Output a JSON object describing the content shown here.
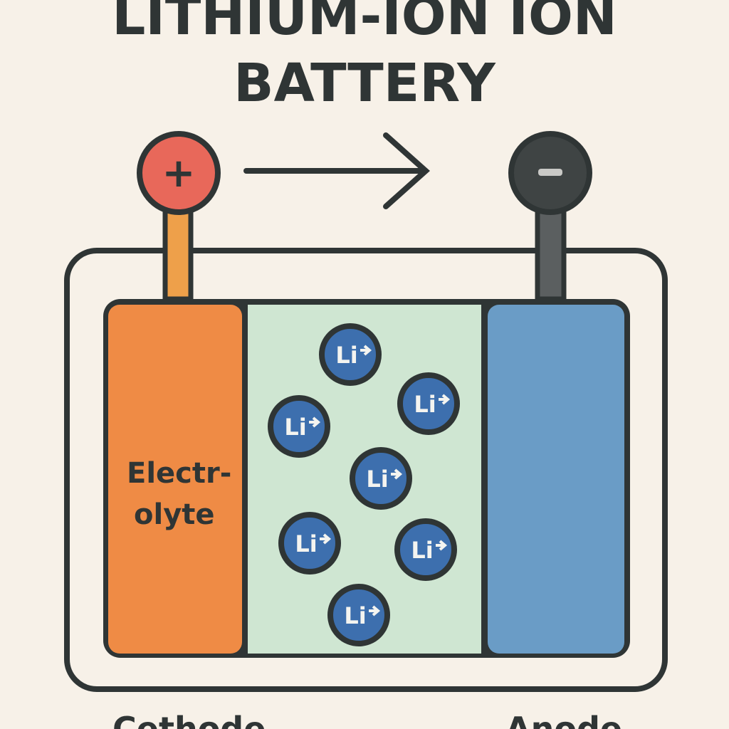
{
  "title": {
    "line1": "LITHIUM-ION ION",
    "line2": "BATTERY"
  },
  "terminals": {
    "positive": "+",
    "negative": "−"
  },
  "electrolyte_label": {
    "line1": "Electr-",
    "line2": "olyte"
  },
  "ion_label": "Li",
  "ion_count": 7,
  "labels": {
    "cathode": "Cethode",
    "anode": "Anode"
  },
  "colors": {
    "background": "#f7f1e8",
    "cathode": "#ef8b45",
    "electrolyte": "#cfe6d2",
    "anode": "#6a9cc6",
    "ion": "#3d6fae",
    "positive_terminal": "#e8685a",
    "negative_terminal": "#3f4444",
    "outline": "#2f3535"
  }
}
